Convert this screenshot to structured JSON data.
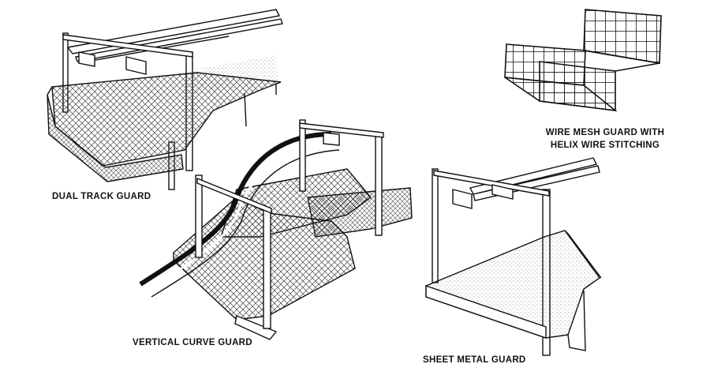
{
  "labels": {
    "dual_track": "DUAL TRACK GUARD",
    "vertical_curve": "VERTICAL CURVE GUARD",
    "wire_mesh_line1": "WIRE MESH GUARD WITH",
    "wire_mesh_line2": "HELIX WIRE STITCHING",
    "sheet_metal": "SHEET METAL GUARD"
  },
  "colors": {
    "ink": "#111111",
    "background": "#ffffff",
    "mesh": "#555555",
    "stipple": "#777777"
  }
}
